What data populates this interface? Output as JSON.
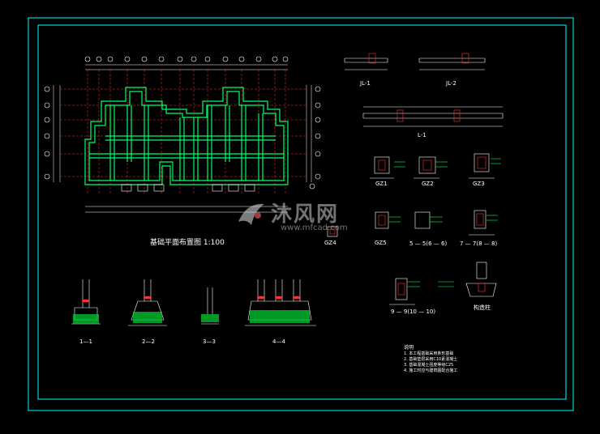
{
  "drawing": {
    "plan_title": "基础平面布置图  1:100",
    "plan_scale": "1:100"
  },
  "beam_labels": {
    "jl1": "JL-1",
    "jl2": "JL-2",
    "l1": "L-1"
  },
  "column_labels": {
    "c1": "GZ1",
    "c2": "GZ2",
    "c3": "GZ3",
    "c4": "GZ4",
    "c5": "GZ5",
    "c6": "5 — 5(6 — 6)",
    "c7": "7 — 7(8 — 8)",
    "c8": "9 — 9(10 — 10)",
    "c9": "构造柱"
  },
  "section_labels": {
    "s1": "1—1",
    "s2": "2—2",
    "s3": "3—3",
    "s4": "4—4"
  },
  "notes": {
    "title": "说明",
    "lines": [
      "1. 本工程基础采用条形基础",
      "2. 基础垫层采用C10素混凝土",
      "3. 基础混凝土强度等级C25",
      "4. 施工时应与建筑图配合施工"
    ]
  },
  "watermark": {
    "brand": "沐风网",
    "url": "www.mfcad.com"
  },
  "colors": {
    "frame": "#00ffff",
    "line": "#ffffff",
    "wall": "#00ff66",
    "dim": "#ff3333",
    "fill": "#00cc33"
  }
}
